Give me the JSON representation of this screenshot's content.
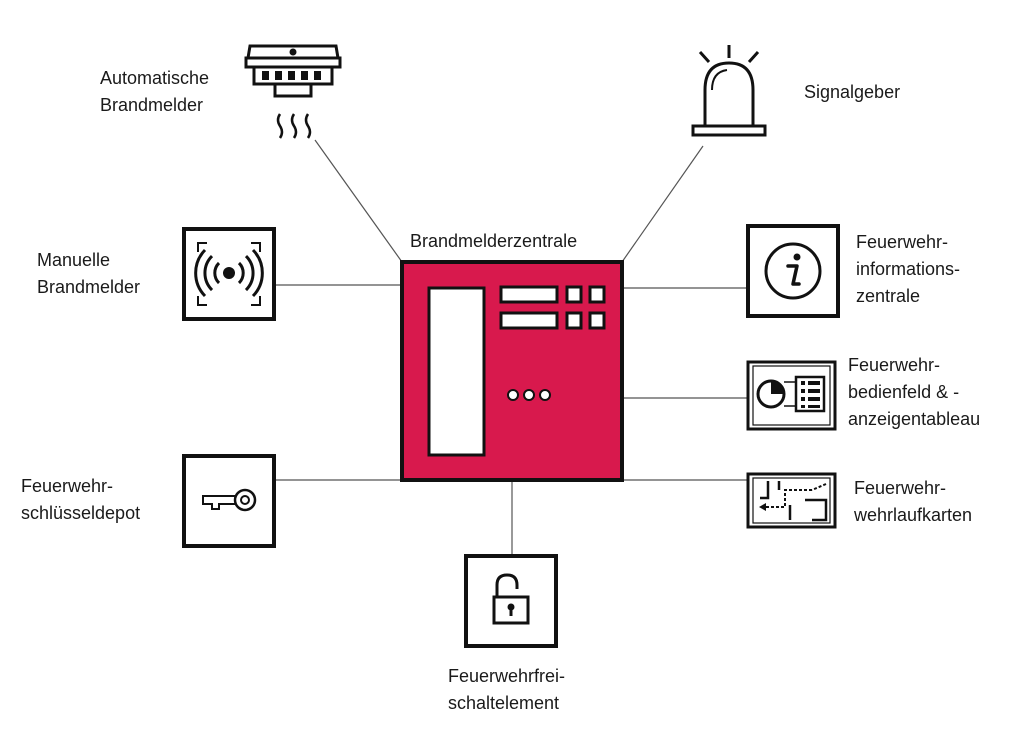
{
  "colors": {
    "panel": "#d8194d",
    "line": "#555555",
    "ink": "#1a1a1a"
  },
  "central": {
    "label": "Brandmelderzentrale",
    "icon": "fire-alarm-panel-icon"
  },
  "nodes": {
    "auto_detector": {
      "lines": [
        "Automatische",
        "Brandmelder"
      ],
      "icon": "smoke-detector-icon"
    },
    "manual_detector": {
      "lines": [
        "Manuelle",
        "Brandmelder"
      ],
      "icon": "manual-call-point-icon"
    },
    "key_depot": {
      "lines": [
        "Feuerwehr-",
        "schlüsseldepot"
      ],
      "icon": "key-icon"
    },
    "release_element": {
      "lines": [
        "Feuerwehrfrei-",
        "schaltelement"
      ],
      "icon": "padlock-open-icon"
    },
    "signal": {
      "lines": [
        "Signalgeber"
      ],
      "icon": "beacon-icon"
    },
    "info_center": {
      "lines": [
        "Feuerwehr-",
        "informations-",
        "zentrale"
      ],
      "icon": "info-icon"
    },
    "control_panel": {
      "lines": [
        "Feuerwehr-",
        "bedienfeld & -",
        "anzeigentableau"
      ],
      "icon": "control-panel-icon"
    },
    "route_cards": {
      "lines": [
        "Feuerwehr-",
        "wehrlaufkarten"
      ],
      "icon": "floor-plan-icon"
    }
  }
}
